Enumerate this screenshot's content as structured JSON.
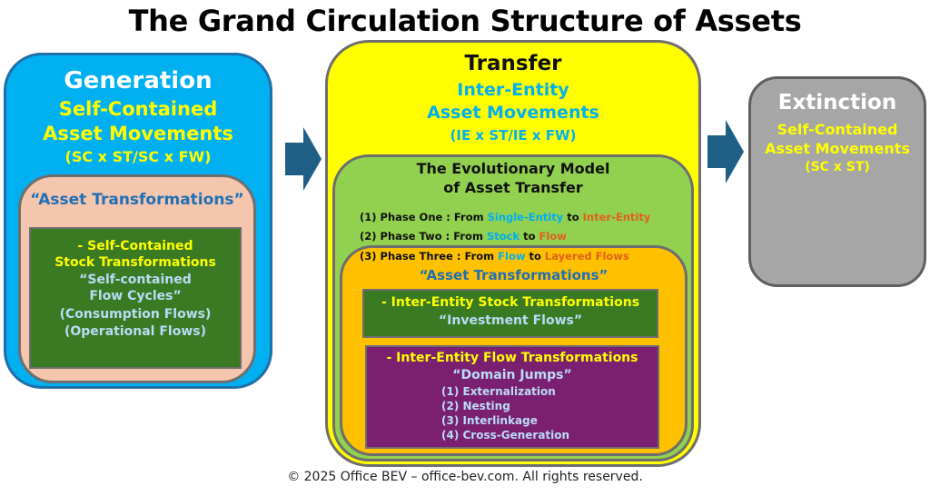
{
  "title": "The Grand Circulation Structure of Assets",
  "generation": {
    "heading": "Generation",
    "subheading_1": "Self-Contained",
    "subheading_2": "Asset Movements",
    "code": "(SC x ST/SC x FW)",
    "transformations_label": "“Asset Transformations”",
    "inner": {
      "line1": "- Self-Contained",
      "line2": "Stock Transformations",
      "line3": "“Self-contained",
      "line4": "Flow Cycles”",
      "line5": "(Consumption Flows)",
      "line6": "(Operational Flows)"
    }
  },
  "transfer": {
    "heading": "Transfer",
    "subheading_1": "Inter-Entity",
    "subheading_2": "Asset Movements",
    "code": "(IE x ST/IE x FW)",
    "model": {
      "title_1": "The Evolutionary Model",
      "title_2": "of Asset Transfer",
      "phases": [
        {
          "prefix": "(1) Phase One : From ",
          "a": "Single-Entity",
          "mid": " to ",
          "b": "Inter-Entity"
        },
        {
          "prefix": "(2) Phase Two : From ",
          "a": "Stock",
          "mid": " to ",
          "b": "Flow"
        },
        {
          "prefix": "(3) Phase Three : From ",
          "a": "Flow",
          "mid": " to ",
          "b": "Layered Flows"
        }
      ]
    },
    "transformations_label": "“Asset Transformations”",
    "stock_box": {
      "line1": "- Inter-Entity Stock Transformations",
      "line2": "“Investment Flows”"
    },
    "flow_box": {
      "line1": "- Inter-Entity Flow Transformations",
      "line2": "“Domain Jumps”",
      "items": [
        "(1) Externalization",
        "(2) Nesting",
        "(3) Interlinkage",
        "(4) Cross-Generation"
      ]
    }
  },
  "extinction": {
    "heading": "Extinction",
    "subheading_1": "Self-Contained",
    "subheading_2": "Asset Movements",
    "code": "(SC x ST)"
  },
  "footer": "© 2025 Office BEV – office-bev.com. All rights reserved.",
  "colors": {
    "generation_fill": "#00b0f0",
    "transfer_fill": "#ffff00",
    "extinction_fill": "#a6a6a6",
    "evolution_fill": "#92d050",
    "transformations_fill": "#ffc000",
    "stock_fill": "#3a7a22",
    "flow_fill": "#7b2070",
    "arrow_fill": "#1f5f86"
  }
}
